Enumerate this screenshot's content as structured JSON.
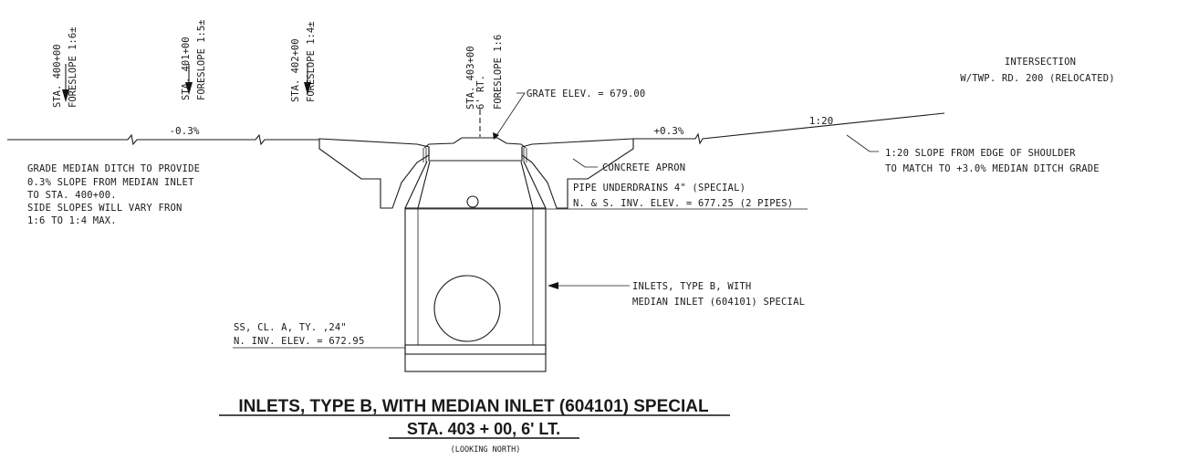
{
  "stations": [
    {
      "sta": "STA. 400+00",
      "slope": "FORESLOPE 1:6±"
    },
    {
      "sta": "STA. 401+00",
      "slope": "FORESLOPE 1:5±"
    },
    {
      "sta": "STA. 402+00",
      "slope": "FORESLOPE 1:4±"
    },
    {
      "sta": "STA. 403+00",
      "offset": "6' RT.",
      "slope": "FORESLOPE 1:6"
    }
  ],
  "grades": {
    "left": "-0.3%",
    "right": "+0.3%",
    "slope_ratio": "1:20"
  },
  "intersection": {
    "line1": "INTERSECTION",
    "line2": "W/TWP. RD. 200 (RELOCATED)"
  },
  "notes": {
    "grate": "GRATE ELEV. = 679.00",
    "apron": "CONCRETE APRON",
    "slope_edge_1": "1:20 SLOPE FROM EDGE OF SHOULDER",
    "slope_edge_2": "TO MATCH TO +3.0% MEDIAN DITCH GRADE",
    "median_ditch": [
      "GRADE MEDIAN DITCH TO PROVIDE",
      "0.3% SLOPE FROM MEDIAN INLET",
      "TO STA. 400+00.",
      "SIDE SLOPES WILL VARY FRON",
      "1:6 TO 1:4 MAX."
    ],
    "underdrain_1": "PIPE UNDERDRAINS 4\" (SPECIAL)",
    "underdrain_2": "N. & S. INV. ELEV. = 677.25 (2 PIPES)",
    "inlet_1": "INLETS, TYPE B, WITH",
    "inlet_2": "MEDIAN INLET (604101) SPECIAL",
    "pipe_1": "SS, CL. A, TY. ,24\"",
    "pipe_2": "N. INV. ELEV. = 672.95"
  },
  "title": {
    "main": "INLETS, TYPE B, WITH  MEDIAN  INLET  (604101) SPECIAL",
    "station": "STA. 403 + 00, 6' LT.",
    "view": "(LOOKING NORTH)"
  }
}
